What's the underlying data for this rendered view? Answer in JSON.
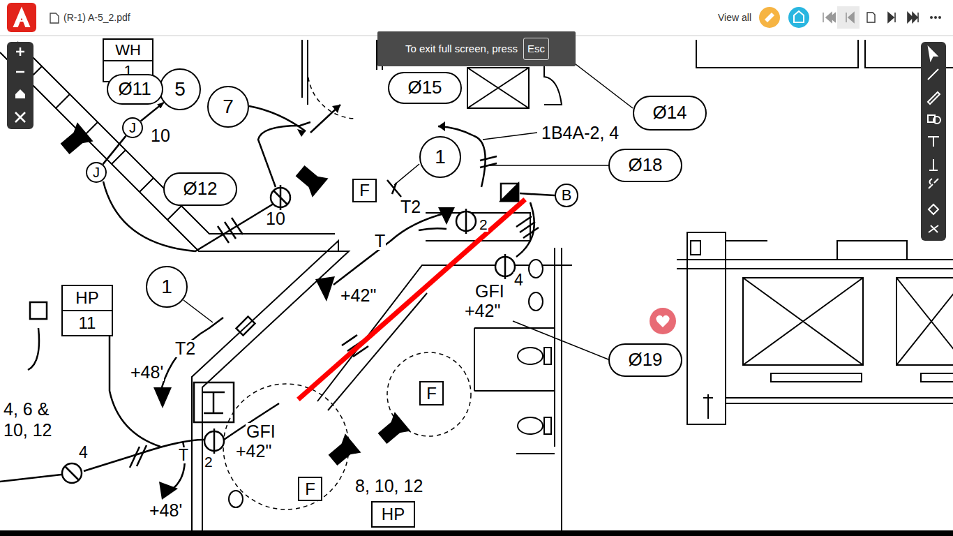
{
  "diagram": {
    "nodes": [
      {
        "text": [
          "To exit full screen, press"
        ]
      },
      {
        "text": [
          "Esc"
        ],
        "in": 0
      },
      {
        "text": [
          "WH",
          "1"
        ]
      },
      {
        "text": [
          "Ø15"
        ]
      },
      {
        "text": [
          "5"
        ]
      },
      {
        "text": [
          "Ø11"
        ]
      },
      {
        "text": [
          "7"
        ]
      },
      {
        "text": [
          "Ø14"
        ]
      },
      {
        "text": [
          "J"
        ]
      },
      {
        "text": [
          "1"
        ]
      },
      {
        "text": [
          "Ø18"
        ]
      },
      {
        "text": [
          "J"
        ]
      },
      {
        "text": [
          "F"
        ]
      },
      {
        "text": [
          "Ø12"
        ]
      },
      {
        "text": [
          "B"
        ]
      },
      {
        "text": [
          "1"
        ]
      },
      {
        "text": [
          "HP",
          "11"
        ]
      },
      {
        "text": [
          "Ø19"
        ]
      },
      {
        "text": [
          "F"
        ]
      },
      {
        "text": [
          "F"
        ]
      },
      {
        "text": [
          "HP"
        ]
      }
    ],
    "edges": [
      {
        "from": 8,
        "to": 4,
        "arrow": "to"
      },
      {
        "from": 11,
        "to": 8,
        "arrow": "none"
      }
    ],
    "labels": [
      "(R-1) A-5_2.pdf",
      "View all",
      "10",
      "1B4A-2, 4",
      "T2",
      "2",
      "T",
      "10",
      "+42\"",
      "GFI",
      "4",
      "+42\"",
      "T2",
      "+48'",
      "4, 6 &",
      "10, 12",
      "4",
      "GFI",
      "+42\"",
      "2",
      "T",
      "+48'",
      "8, 10, 12"
    ]
  }
}
